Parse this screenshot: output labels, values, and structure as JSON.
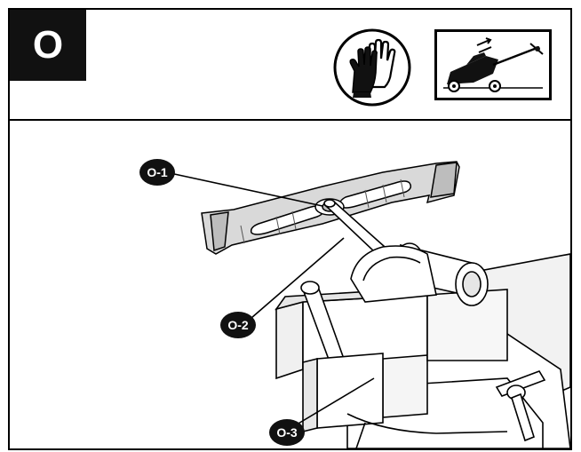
{
  "step": {
    "letter": "O"
  },
  "icons": {
    "gloves": "wear-gloves-icon",
    "mower": "tilted-mower-icon"
  },
  "callouts": [
    {
      "id": "o1",
      "label": "O-1"
    },
    {
      "id": "o2",
      "label": "O-2"
    },
    {
      "id": "o3",
      "label": "O-3"
    }
  ]
}
